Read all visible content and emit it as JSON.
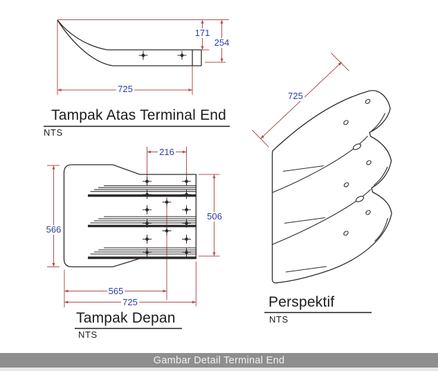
{
  "caption": {
    "text": "Gambar Detail Terminal End"
  },
  "views": {
    "top": {
      "title": "Tampak Atas Terminal End",
      "scale_note": "NTS",
      "dims": {
        "inner_height": "171",
        "total_height": "254",
        "length": "725"
      }
    },
    "front": {
      "title": "Tampak Depan",
      "scale_note": "NTS",
      "dims": {
        "bolt_spacing": "216",
        "left_height": "566",
        "right_height": "506",
        "inner_length": "565",
        "total_length": "725"
      }
    },
    "perspective": {
      "title": "Perspektif",
      "scale_note": "NTS",
      "dims": {
        "length": "725"
      }
    }
  },
  "colors": {
    "drawing_line": "#2f2a2a",
    "dimension_line": "#b34f4f",
    "dimension_text": "#2b3da6",
    "caption_background": "#8e8e8e",
    "caption_text": "#f2f2f2",
    "page_background": "#ffffff"
  }
}
